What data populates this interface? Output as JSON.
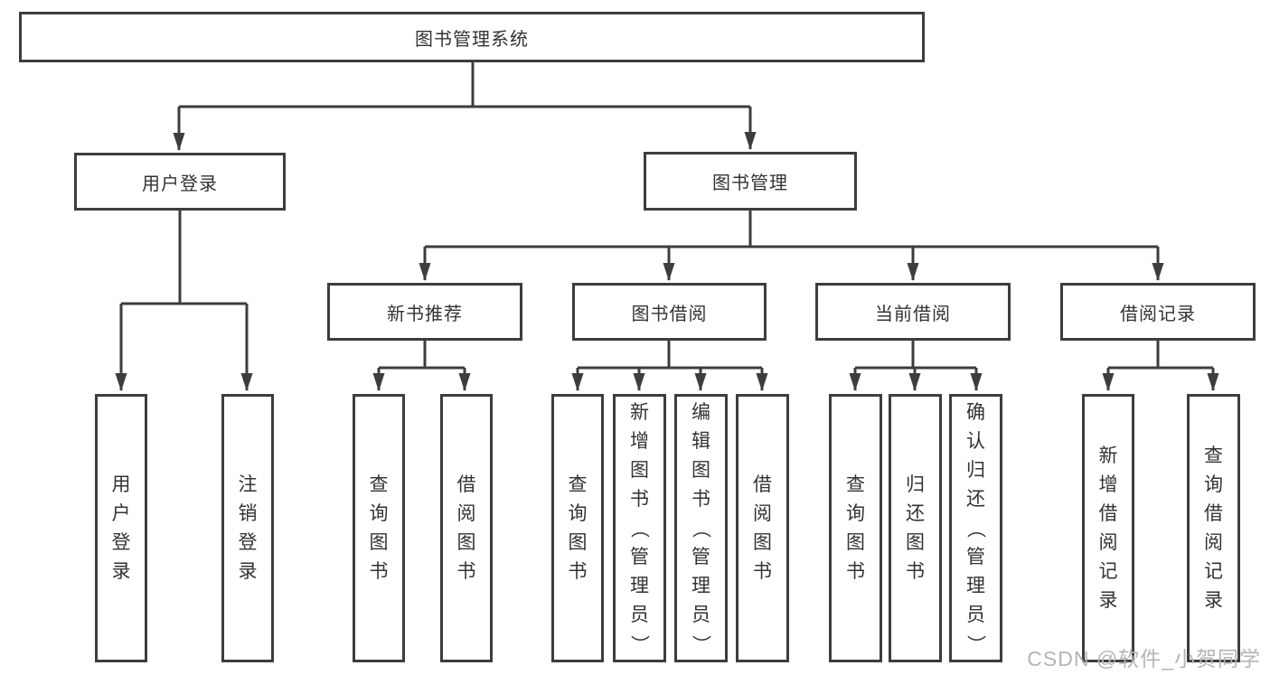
{
  "diagram": {
    "title": "图书管理系统",
    "root": {
      "label": "图书管理系统"
    },
    "branches": [
      {
        "label": "用户登录",
        "children": [
          {
            "label": "用户登录"
          },
          {
            "label": "注销登录"
          }
        ]
      },
      {
        "label": "图书管理",
        "children": [
          {
            "label": "新书推荐",
            "children": [
              {
                "label": "查询图书"
              },
              {
                "label": "借阅图书"
              }
            ]
          },
          {
            "label": "图书借阅",
            "children": [
              {
                "label": "查询图书"
              },
              {
                "label": "新增图书（管理员）"
              },
              {
                "label": "编辑图书（管理员）"
              },
              {
                "label": "借阅图书"
              }
            ]
          },
          {
            "label": "当前借阅",
            "children": [
              {
                "label": "查询图书"
              },
              {
                "label": "归还图书"
              },
              {
                "label": "确认归还（管理员）"
              }
            ]
          },
          {
            "label": "借阅记录",
            "children": [
              {
                "label": "新增借阅记录"
              },
              {
                "label": "查询借阅记录"
              }
            ]
          }
        ]
      }
    ]
  },
  "watermark": "CSDN @软件_小贺同学",
  "colors": {
    "line": "#3d3d3d",
    "text": "#333333",
    "watermark": "#b5b5b5",
    "background": "#ffffff"
  }
}
